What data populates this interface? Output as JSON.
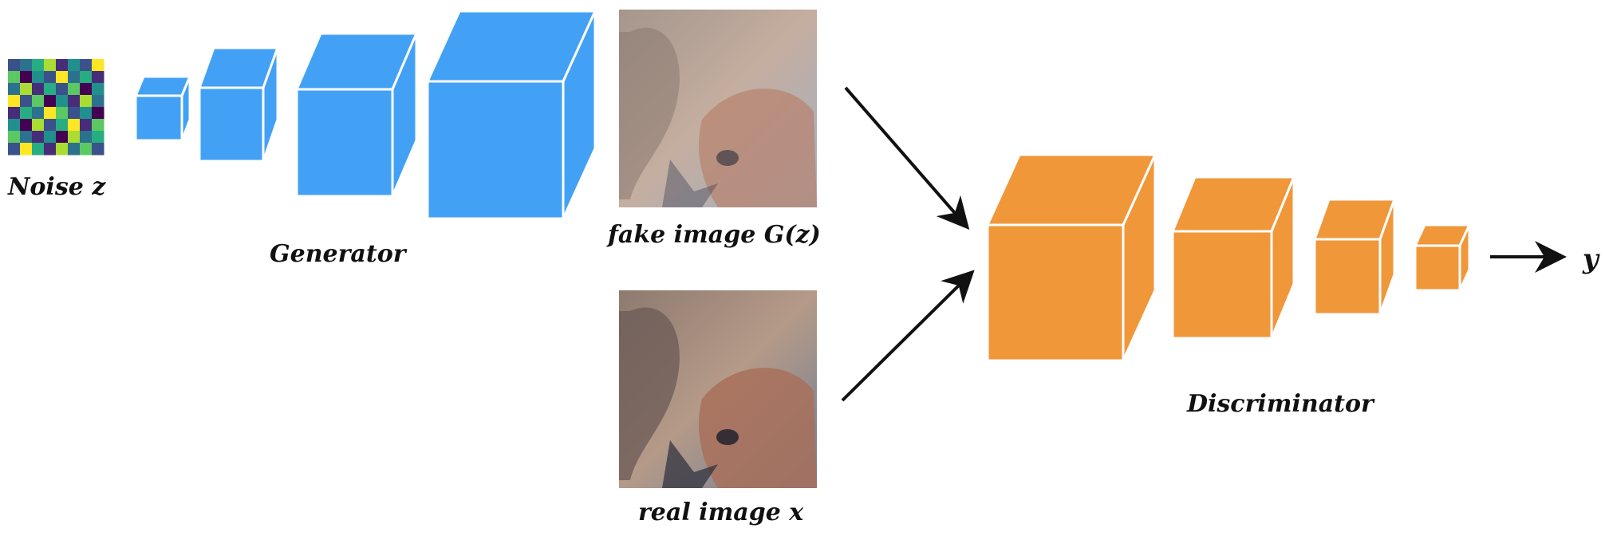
{
  "labels": {
    "noise": "Noise z",
    "generator": "Generator",
    "fake_image": "fake image G(z)",
    "real_image": "real image x",
    "discriminator": "Discriminator",
    "output": "y"
  },
  "colors": {
    "generator_block": "#42a1f5",
    "discriminator_block": "#f0973a",
    "arrow": "#111111",
    "edge": "#ffffff"
  },
  "noise_grid": [
    [
      2,
      3,
      5,
      7,
      1,
      4,
      2,
      8
    ],
    [
      6,
      0,
      4,
      2,
      8,
      3,
      5,
      1
    ],
    [
      3,
      7,
      1,
      5,
      2,
      6,
      0,
      4
    ],
    [
      8,
      2,
      6,
      0,
      4,
      1,
      7,
      3
    ],
    [
      1,
      5,
      3,
      8,
      6,
      2,
      4,
      0
    ],
    [
      4,
      0,
      7,
      2,
      5,
      8,
      1,
      6
    ],
    [
      6,
      3,
      1,
      4,
      0,
      7,
      3,
      5
    ],
    [
      2,
      8,
      5,
      1,
      7,
      3,
      6,
      2
    ]
  ],
  "noise_palette": [
    "#440154",
    "#472c7a",
    "#3b518b",
    "#2c718e",
    "#21908d",
    "#27ad81",
    "#5cc863",
    "#aadc32",
    "#fde725"
  ]
}
